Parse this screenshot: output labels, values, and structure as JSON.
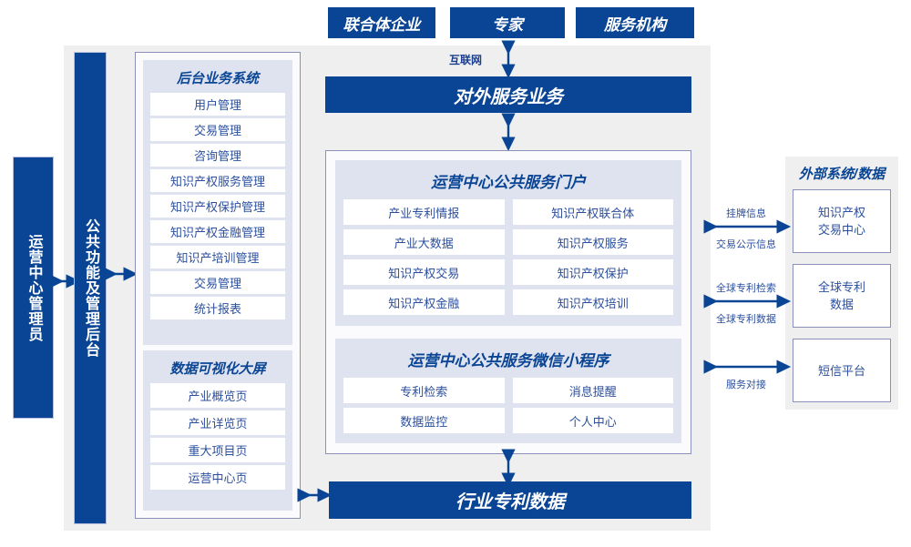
{
  "top_actors": [
    {
      "label": "联合体企业"
    },
    {
      "label": "专家"
    },
    {
      "label": "服务机构"
    }
  ],
  "internet_label": "互联网",
  "external_service_bar": "对外服务业务",
  "industry_data_bar": "行业专利数据",
  "left_column": {
    "label": "运营中心管理员"
  },
  "admin_column": {
    "label": "公共功能及管理后台"
  },
  "backend_panel": {
    "title": "后台业务系统",
    "items": [
      "用户管理",
      "交易管理",
      "咨询管理",
      "知识产权服务管理",
      "知识产权保护管理",
      "知识产权金融管理",
      "知识产培训管理",
      "交易管理",
      "统计报表"
    ]
  },
  "visual_panel": {
    "title": "数据可视化大屏",
    "items": [
      "产业概览页",
      "产业详览页",
      "重大项目页",
      "运营中心页"
    ]
  },
  "portal_panel": {
    "title": "运营中心公共服务门户",
    "items": [
      "产业专利情报",
      "知识产权联合体",
      "产业大数据",
      "知识产权服务",
      "知识产权交易",
      "知识产权保护",
      "知识产权金融",
      "知识产权培训"
    ]
  },
  "miniprogram_panel": {
    "title": "运营中心公共服务微信小程序",
    "items": [
      "专利检索",
      "消息提醒",
      "数据监控",
      "个人中心"
    ]
  },
  "external_panel": {
    "title": "外部系统/数据",
    "items": [
      {
        "label": "知识产权\n交易中心"
      },
      {
        "label": "全球专利\n数据"
      },
      {
        "label": "短信平台"
      }
    ]
  },
  "external_connectors": [
    {
      "above": "挂牌信息",
      "below": "交易公示信息"
    },
    {
      "above": "全球专利检索",
      "below": "全球专利数据"
    },
    {
      "above": "",
      "below": "服务对接"
    }
  ],
  "colors": {
    "brand_blue": "#0a4595",
    "panel_gray": "#efefef",
    "lavender": "#dfe3f0",
    "border_purple": "#8b90bb",
    "text_blue": "#2b4f9e"
  }
}
